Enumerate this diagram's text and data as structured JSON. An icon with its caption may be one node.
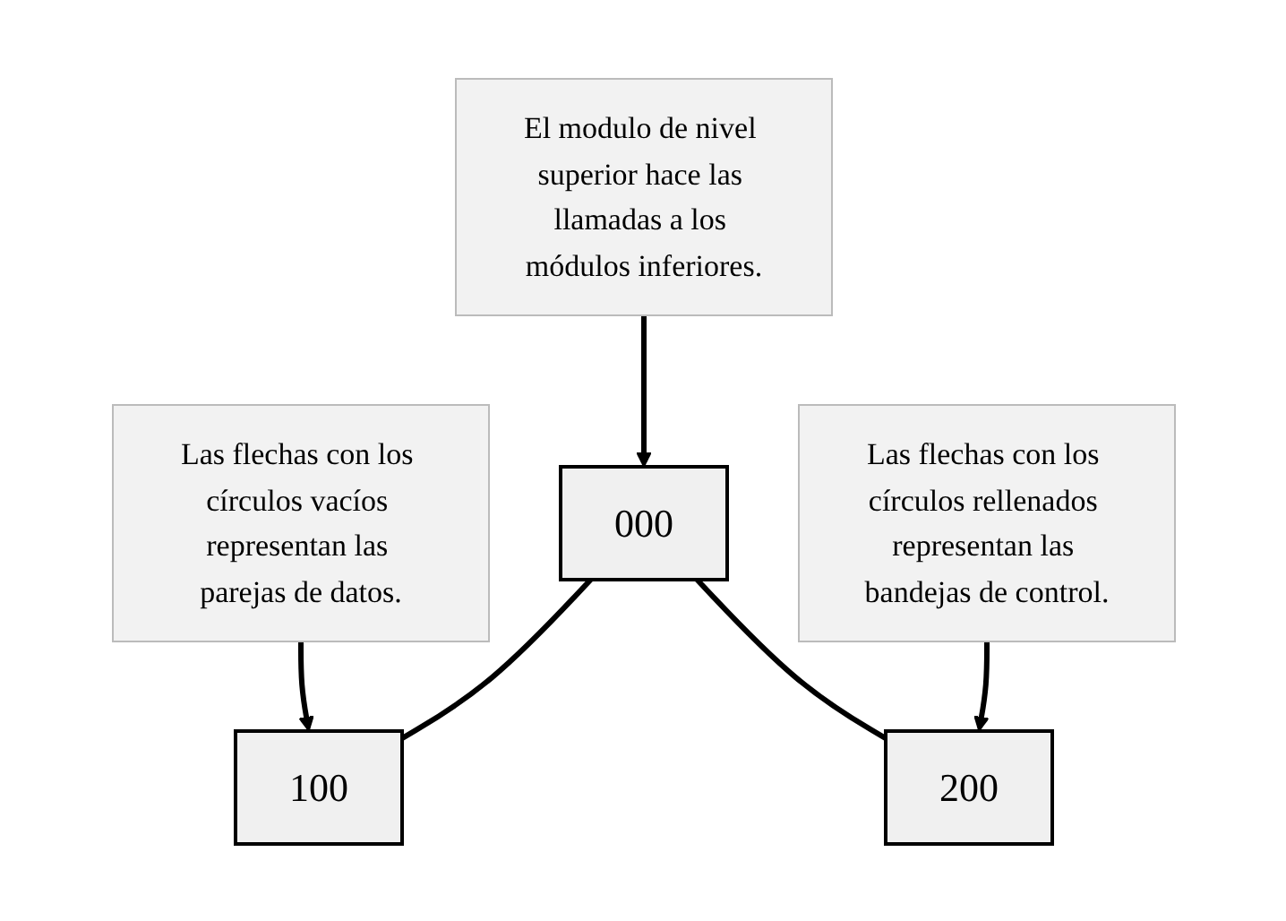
{
  "diagram": {
    "nodes": [
      {
        "text": [
          "000"
        ]
      },
      {
        "text": [
          "100"
        ]
      },
      {
        "text": [
          "200"
        ]
      },
      {
        "text": [
          "El modulo de nivel superior hace las llamadas a los módulos inferiores."
        ]
      },
      {
        "text": [
          "Las flechas con los círculos vacíos representan las parejas de datos."
        ]
      },
      {
        "text": [
          "Las flechas con los círculos rellenados representan las bandejas de control."
        ]
      }
    ],
    "edges": [
      {
        "from": 0,
        "to": 1,
        "arrow": "none"
      },
      {
        "from": 0,
        "to": 2,
        "arrow": "none"
      },
      {
        "from": 3,
        "to": 0,
        "arrow": "to"
      },
      {
        "from": 4,
        "to": 1,
        "arrow": "to"
      },
      {
        "from": 5,
        "to": 2,
        "arrow": "to"
      }
    ]
  }
}
